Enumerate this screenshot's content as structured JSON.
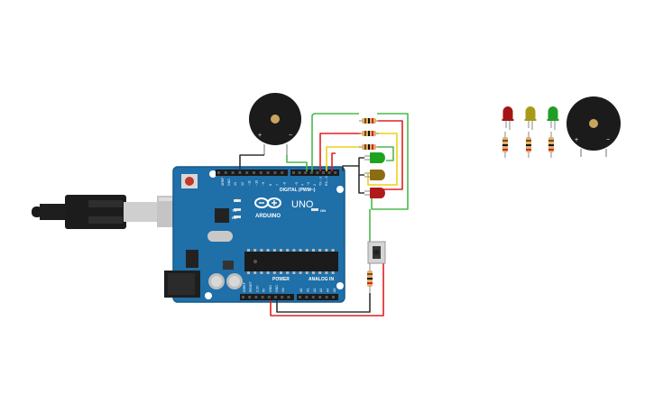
{
  "board": {
    "brand": "ARDUINO",
    "model": "UNO",
    "digital_label": "DIGITAL (PWM~)",
    "power_label": "POWER",
    "analog_label": "ANALOG IN",
    "on_label": "ON",
    "tx_label": "TX",
    "rx_label": "RX",
    "l_label": "L",
    "aref_label": "AREF",
    "gnd_label": "GND",
    "digital_pins": [
      "13",
      "12",
      "~11",
      "~10",
      "~9",
      "8",
      "7",
      "~6",
      "~5",
      "4",
      "~3",
      "2",
      "TX→1",
      "RX←0"
    ],
    "power_pins": [
      "IOREF",
      "RESET",
      "3.3V",
      "5V",
      "GND",
      "GND",
      "Vin"
    ],
    "analog_pins": [
      "A0",
      "A1",
      "A2",
      "A3",
      "A4",
      "A5"
    ]
  },
  "components": {
    "buzzer_plus": "+",
    "buzzer_minus": "−",
    "led_colors": [
      "#1fa31f",
      "#8a6d12",
      "#b11a1a"
    ],
    "palette_led_colors": [
      "#a31515",
      "#a89a18",
      "#1e9e24"
    ]
  },
  "colors": {
    "board_blue": "#1f6fa8",
    "wire_red": "#e02020",
    "wire_green": "#4cb84c",
    "wire_yellow": "#f2cf1a",
    "wire_black": "#333333"
  }
}
